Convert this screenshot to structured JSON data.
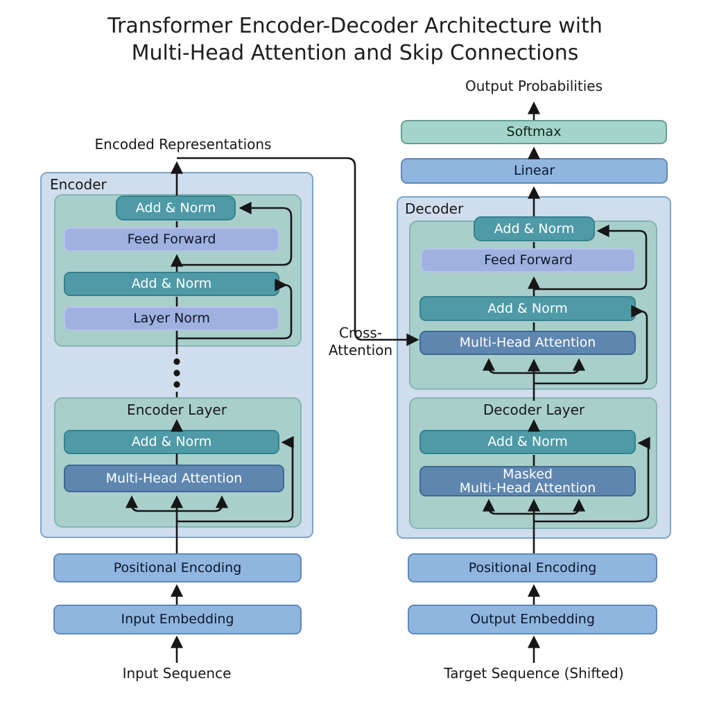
{
  "title": {
    "line1": "Transformer Encoder-Decoder Architecture with",
    "line2": "Multi-Head Attention and Skip Connections"
  },
  "colors": {
    "outer_fill": "#cfdded",
    "outer_border": "#7da4c8",
    "layer_fill": "#a9cfcb",
    "layer_border": "#84b5b2",
    "addnorm_fill": "#4f9aa7",
    "addnorm_border": "#35818f",
    "blue_fill": "#9fb1de",
    "blue_border": "#b8c2ec",
    "mha_fill": "#5e86af",
    "mha_border": "#3d6a94",
    "embed_fill": "#90b6e0",
    "embed_border": "#6089ba",
    "softmax_fill": "#a4d5ca",
    "softmax_border": "#659f93",
    "arrow": "#161616"
  },
  "encoder": {
    "label": "Encoder",
    "encoded_label": "Encoded Representations",
    "top_layer": {
      "add_norm_top": "Add & Norm",
      "feed_forward": "Feed Forward",
      "add_norm": "Add & Norm",
      "layer_norm": "Layer Norm"
    },
    "bottom_layer": {
      "label": "Encoder Layer",
      "add_norm": "Add & Norm",
      "attention": "Multi-Head Attention"
    },
    "positional_encoding": "Positional Encoding",
    "embedding": "Input Embedding",
    "sequence": "Input Sequence"
  },
  "decoder": {
    "label": "Decoder",
    "output_label": "Output Probabilities",
    "softmax": "Softmax",
    "linear": "Linear",
    "top_layer": {
      "add_norm_top": "Add & Norm",
      "feed_forward": "Feed Forward",
      "add_norm": "Add & Norm",
      "attention": "Multi-Head Attention"
    },
    "bottom_layer": {
      "label": "Decoder Layer",
      "add_norm": "Add & Norm",
      "attention_line1": "Masked",
      "attention_line2": "Multi-Head Attention"
    },
    "positional_encoding": "Positional Encoding",
    "embedding": "Output Embedding",
    "sequence": "Target Sequence (Shifted)"
  },
  "cross_attention": {
    "line1": "Cross-",
    "line2": "Attention"
  }
}
